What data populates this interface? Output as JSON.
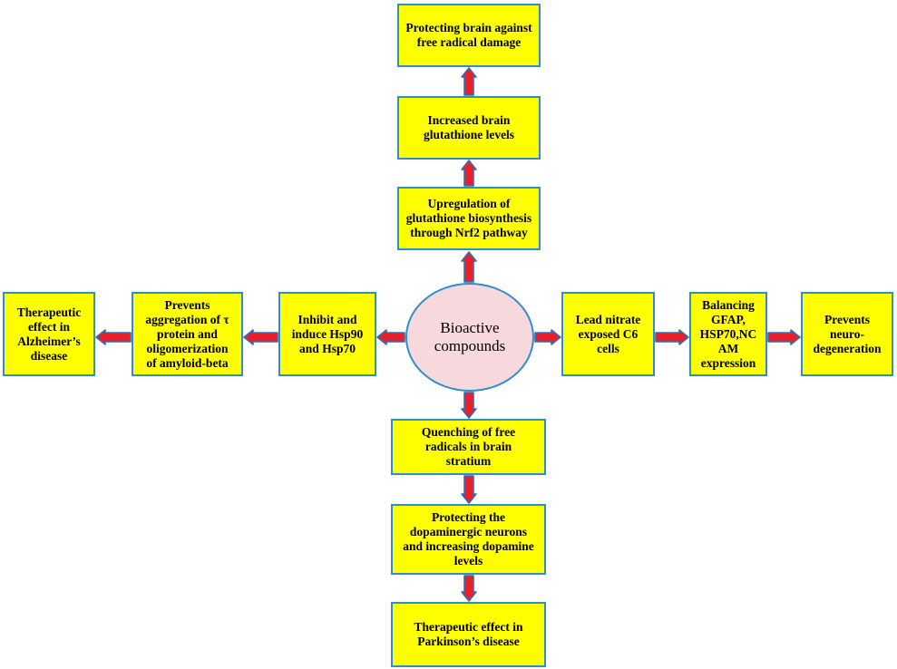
{
  "colors": {
    "box_fill": "#ffff00",
    "box_border": "#2e8fc8",
    "center_fill": "#f7d8dc",
    "arrow_fill": "#e8202a",
    "arrow_outline": "#2e6fb8"
  },
  "center": {
    "label": "Bioactive\ncompounds"
  },
  "nodes": {
    "up1": "Upregulation of\nglutathione biosynthesis\nthrough Nrf2 pathway",
    "up2": "Increased brain\nglutathione levels",
    "up3": "Protecting brain against\nfree radical damage",
    "down1": "Quenching of free\nradicals in brain\nstratium",
    "down2": "Protecting the\ndopaminergic neurons\nand increasing dopamine\nlevels",
    "down3": "Therapeutic effect in\nParkinson’s disease",
    "left1": "Inhibit and\ninduce Hsp90\nand Hsp70",
    "left2": "Prevents\naggregation of τ\nprotein and\noligomerization\nof amyloid-beta",
    "left3": "Therapeutic\neffect in\nAlzheimer’s\ndisease",
    "right1": "Lead nitrate\nexposed C6\ncells",
    "right2": "Balancing\nGFAP,\nHSP70,NC\nAM\nexpression",
    "right3": "Prevents\nneuro-\ndegeneration"
  },
  "edges": [
    {
      "from": "center",
      "to": "up1",
      "dir": "up"
    },
    {
      "from": "up1",
      "to": "up2",
      "dir": "up"
    },
    {
      "from": "up2",
      "to": "up3",
      "dir": "up"
    },
    {
      "from": "center",
      "to": "down1",
      "dir": "down"
    },
    {
      "from": "down1",
      "to": "down2",
      "dir": "down"
    },
    {
      "from": "down2",
      "to": "down3",
      "dir": "down"
    },
    {
      "from": "center",
      "to": "left1",
      "dir": "left"
    },
    {
      "from": "left1",
      "to": "left2",
      "dir": "left"
    },
    {
      "from": "left2",
      "to": "left3",
      "dir": "left"
    },
    {
      "from": "center",
      "to": "right1",
      "dir": "right"
    },
    {
      "from": "right1",
      "to": "right2",
      "dir": "right"
    },
    {
      "from": "right2",
      "to": "right3",
      "dir": "right"
    }
  ]
}
